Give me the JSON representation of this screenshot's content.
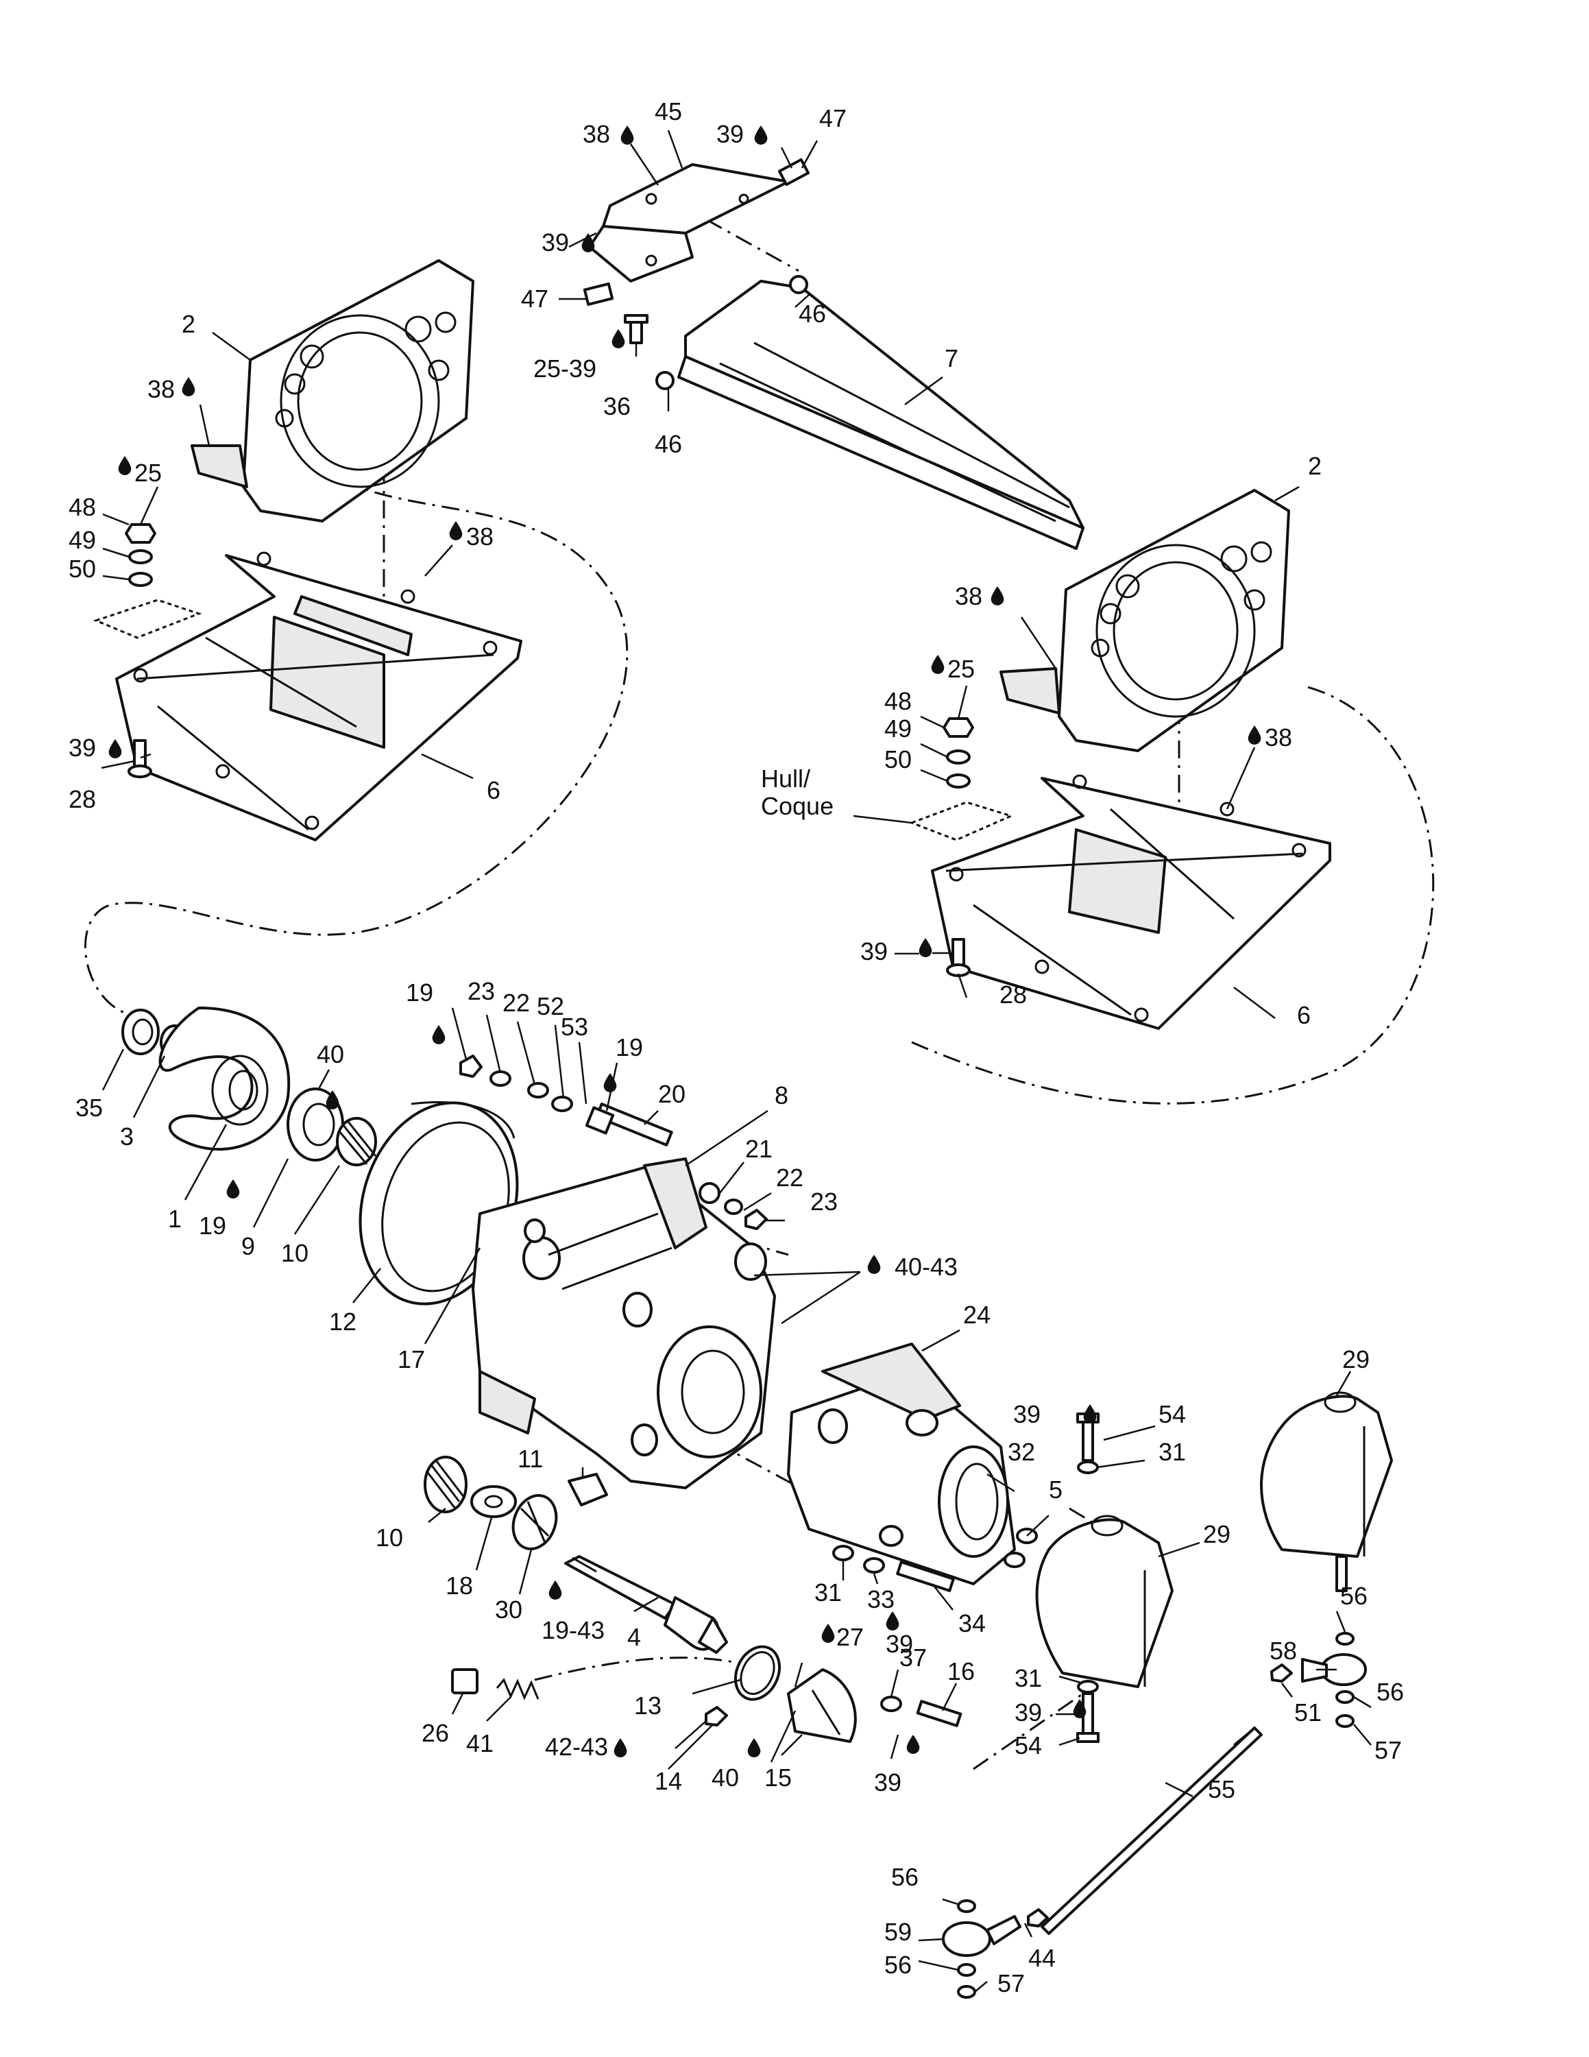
{
  "labels": [
    {
      "id": "l45",
      "text": "45"
    },
    {
      "id": "l38a",
      "text": "38"
    },
    {
      "id": "l39a",
      "text": "39"
    },
    {
      "id": "l47a",
      "text": "47"
    },
    {
      "id": "l39b",
      "text": "39"
    },
    {
      "id": "l47b",
      "text": "47"
    },
    {
      "id": "l46a",
      "text": "46"
    },
    {
      "id": "l2539",
      "text": "25-39"
    },
    {
      "id": "l36",
      "text": "36"
    },
    {
      "id": "l46b",
      "text": "46"
    },
    {
      "id": "l7",
      "text": "7"
    },
    {
      "id": "l2a",
      "text": "2"
    },
    {
      "id": "l38b",
      "text": "38"
    },
    {
      "id": "l25a",
      "text": "25"
    },
    {
      "id": "l48a",
      "text": "48"
    },
    {
      "id": "l49a",
      "text": "49"
    },
    {
      "id": "l50a",
      "text": "50"
    },
    {
      "id": "l38c",
      "text": "38"
    },
    {
      "id": "l39c",
      "text": "39"
    },
    {
      "id": "l28a",
      "text": "28"
    },
    {
      "id": "l6a",
      "text": "6"
    },
    {
      "id": "l2b",
      "text": "2"
    },
    {
      "id": "l38d",
      "text": "38"
    },
    {
      "id": "l25b",
      "text": "25"
    },
    {
      "id": "l48b",
      "text": "48"
    },
    {
      "id": "l49b",
      "text": "49"
    },
    {
      "id": "l50b",
      "text": "50"
    },
    {
      "id": "l38e",
      "text": "38"
    },
    {
      "id": "lhull",
      "text": "Hull/"
    },
    {
      "id": "lcoque",
      "text": "Coque"
    },
    {
      "id": "l39d",
      "text": "39 —"
    },
    {
      "id": "l28b",
      "text": "28"
    },
    {
      "id": "l6b",
      "text": "6"
    },
    {
      "id": "l19a",
      "text": "19"
    },
    {
      "id": "l23a",
      "text": "23"
    },
    {
      "id": "l22a",
      "text": "22"
    },
    {
      "id": "l52",
      "text": "52"
    },
    {
      "id": "l53",
      "text": "53"
    },
    {
      "id": "l19b",
      "text": "19"
    },
    {
      "id": "l20",
      "text": "20"
    },
    {
      "id": "l8",
      "text": "8"
    },
    {
      "id": "l40a",
      "text": "40"
    },
    {
      "id": "l35",
      "text": "35"
    },
    {
      "id": "l3",
      "text": "3"
    },
    {
      "id": "l1",
      "text": "1"
    },
    {
      "id": "l19c",
      "text": "19"
    },
    {
      "id": "l9",
      "text": "9"
    },
    {
      "id": "l10a",
      "text": "10"
    },
    {
      "id": "l21",
      "text": "21"
    },
    {
      "id": "l22b",
      "text": "22"
    },
    {
      "id": "l23b",
      "text": "23"
    },
    {
      "id": "l4043",
      "text": "40-43"
    },
    {
      "id": "l24",
      "text": "24"
    },
    {
      "id": "l12",
      "text": "12"
    },
    {
      "id": "l17",
      "text": "17"
    },
    {
      "id": "l29a",
      "text": "29"
    },
    {
      "id": "l39e",
      "text": "39"
    },
    {
      "id": "l54a",
      "text": "54"
    },
    {
      "id": "l31a",
      "text": "31"
    },
    {
      "id": "l32",
      "text": "32"
    },
    {
      "id": "l5",
      "text": "5"
    },
    {
      "id": "l29b",
      "text": "29"
    },
    {
      "id": "l11",
      "text": "11"
    },
    {
      "id": "l10b",
      "text": "10"
    },
    {
      "id": "l18",
      "text": "18"
    },
    {
      "id": "l30",
      "text": "30"
    },
    {
      "id": "l1943",
      "text": "19-43"
    },
    {
      "id": "l4",
      "text": "4"
    },
    {
      "id": "l31b",
      "text": "31"
    },
    {
      "id": "l33",
      "text": "33"
    },
    {
      "id": "l39f",
      "text": "39"
    },
    {
      "id": "l34",
      "text": "34"
    },
    {
      "id": "l27",
      "text": "27"
    },
    {
      "id": "l37",
      "text": "37"
    },
    {
      "id": "l16",
      "text": "16"
    },
    {
      "id": "l56a",
      "text": "56"
    },
    {
      "id": "l58",
      "text": "58"
    },
    {
      "id": "l56b",
      "text": "56"
    },
    {
      "id": "l31c",
      "text": "31"
    },
    {
      "id": "l39g",
      "text": "39"
    },
    {
      "id": "l54b",
      "text": "54"
    },
    {
      "id": "l51",
      "text": "51"
    },
    {
      "id": "l57a",
      "text": "57"
    },
    {
      "id": "l26",
      "text": "26"
    },
    {
      "id": "l41",
      "text": "41"
    },
    {
      "id": "l13",
      "text": "13"
    },
    {
      "id": "l4243",
      "text": "42-43"
    },
    {
      "id": "l14",
      "text": "14"
    },
    {
      "id": "l40b",
      "text": "40"
    },
    {
      "id": "l15",
      "text": "15"
    },
    {
      "id": "l39h",
      "text": "39"
    },
    {
      "id": "l55",
      "text": "55"
    },
    {
      "id": "l56c",
      "text": "56"
    },
    {
      "id": "l59",
      "text": "59"
    },
    {
      "id": "l44",
      "text": "44"
    },
    {
      "id": "l56d",
      "text": "56"
    },
    {
      "id": "l57b",
      "text": "57"
    }
  ]
}
